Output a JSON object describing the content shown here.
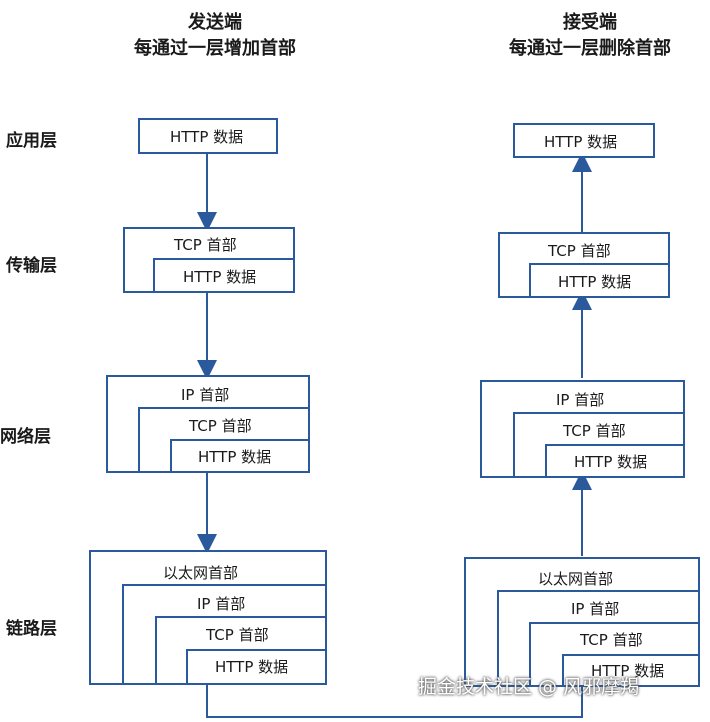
{
  "sender": {
    "title": "发送端",
    "subtitle": "每通过一层增加首部"
  },
  "receiver": {
    "title": "接受端",
    "subtitle": "每通过一层删除首部"
  },
  "layers": [
    "应用层",
    "传输层",
    "网络层",
    "链路层"
  ],
  "labels": {
    "http": "HTTP 数据",
    "tcp": "TCP 首部",
    "ip": "IP 首部",
    "eth": "以太网首部"
  },
  "watermark": "掘金技术社区 @ 风邪摩羯",
  "colors": {
    "line": "#2a5a9c"
  }
}
